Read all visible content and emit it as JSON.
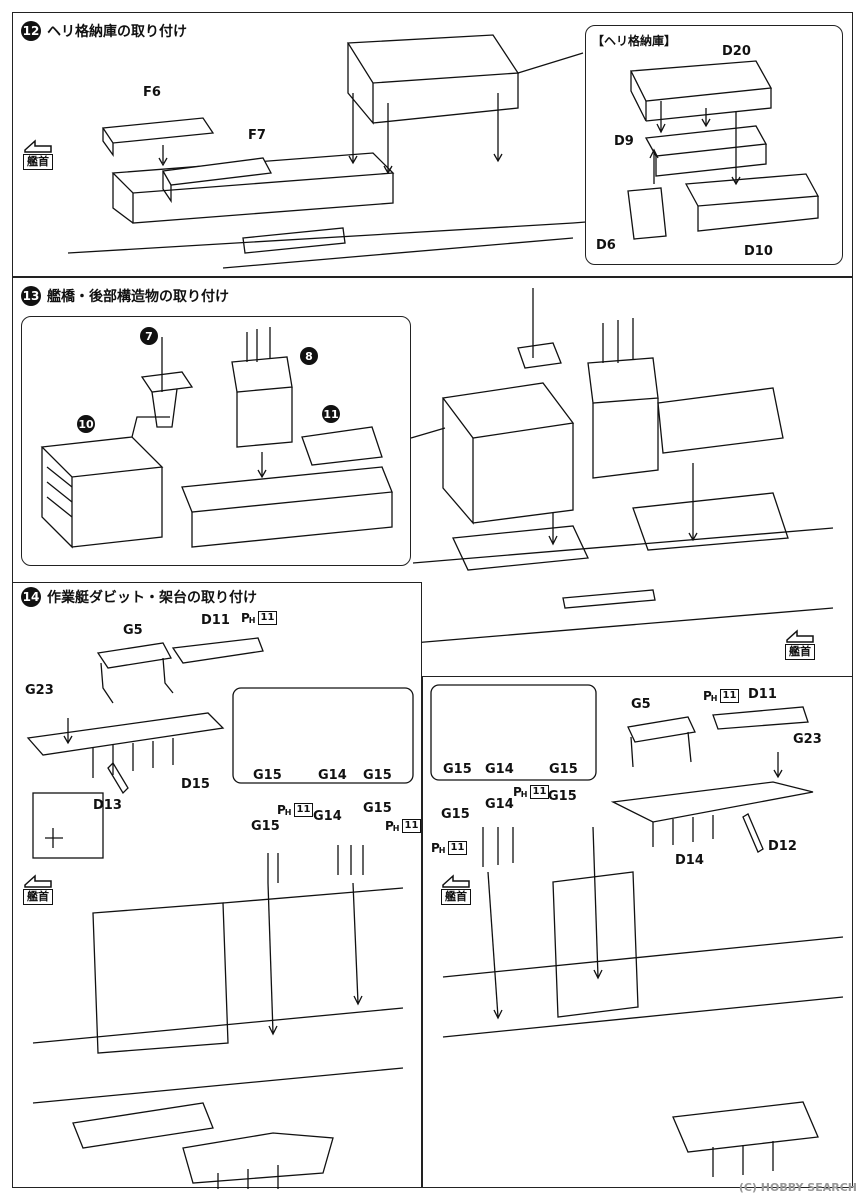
{
  "steps": {
    "s12": {
      "num": "12",
      "title": "ヘリ格納庫の取り付け"
    },
    "s13": {
      "num": "13",
      "title": "艦橋・後部構造物の取り付け"
    },
    "s14": {
      "num": "14",
      "title": "作業艇ダビット・架台の取り付け"
    }
  },
  "bow_label": "艦首",
  "hangar_inset_title": "【ヘリ格納庫】",
  "parts": {
    "F6": "F6",
    "F7": "F7",
    "D20": "D20",
    "D9": "D9",
    "D6": "D6",
    "D10": "D10",
    "D11": "D11",
    "G5": "G5",
    "G23": "G23",
    "D15": "D15",
    "D13": "D13",
    "D14": "D14",
    "D12": "D12",
    "G14": "G14",
    "G15": "G15"
  },
  "sub_steps": {
    "n7": "7",
    "n8": "8",
    "n10": "10",
    "n11": "11"
  },
  "ph": {
    "letter": "P",
    "sub": "H",
    "num": "11"
  },
  "watermark": "(C) HOBBY SEARCH"
}
